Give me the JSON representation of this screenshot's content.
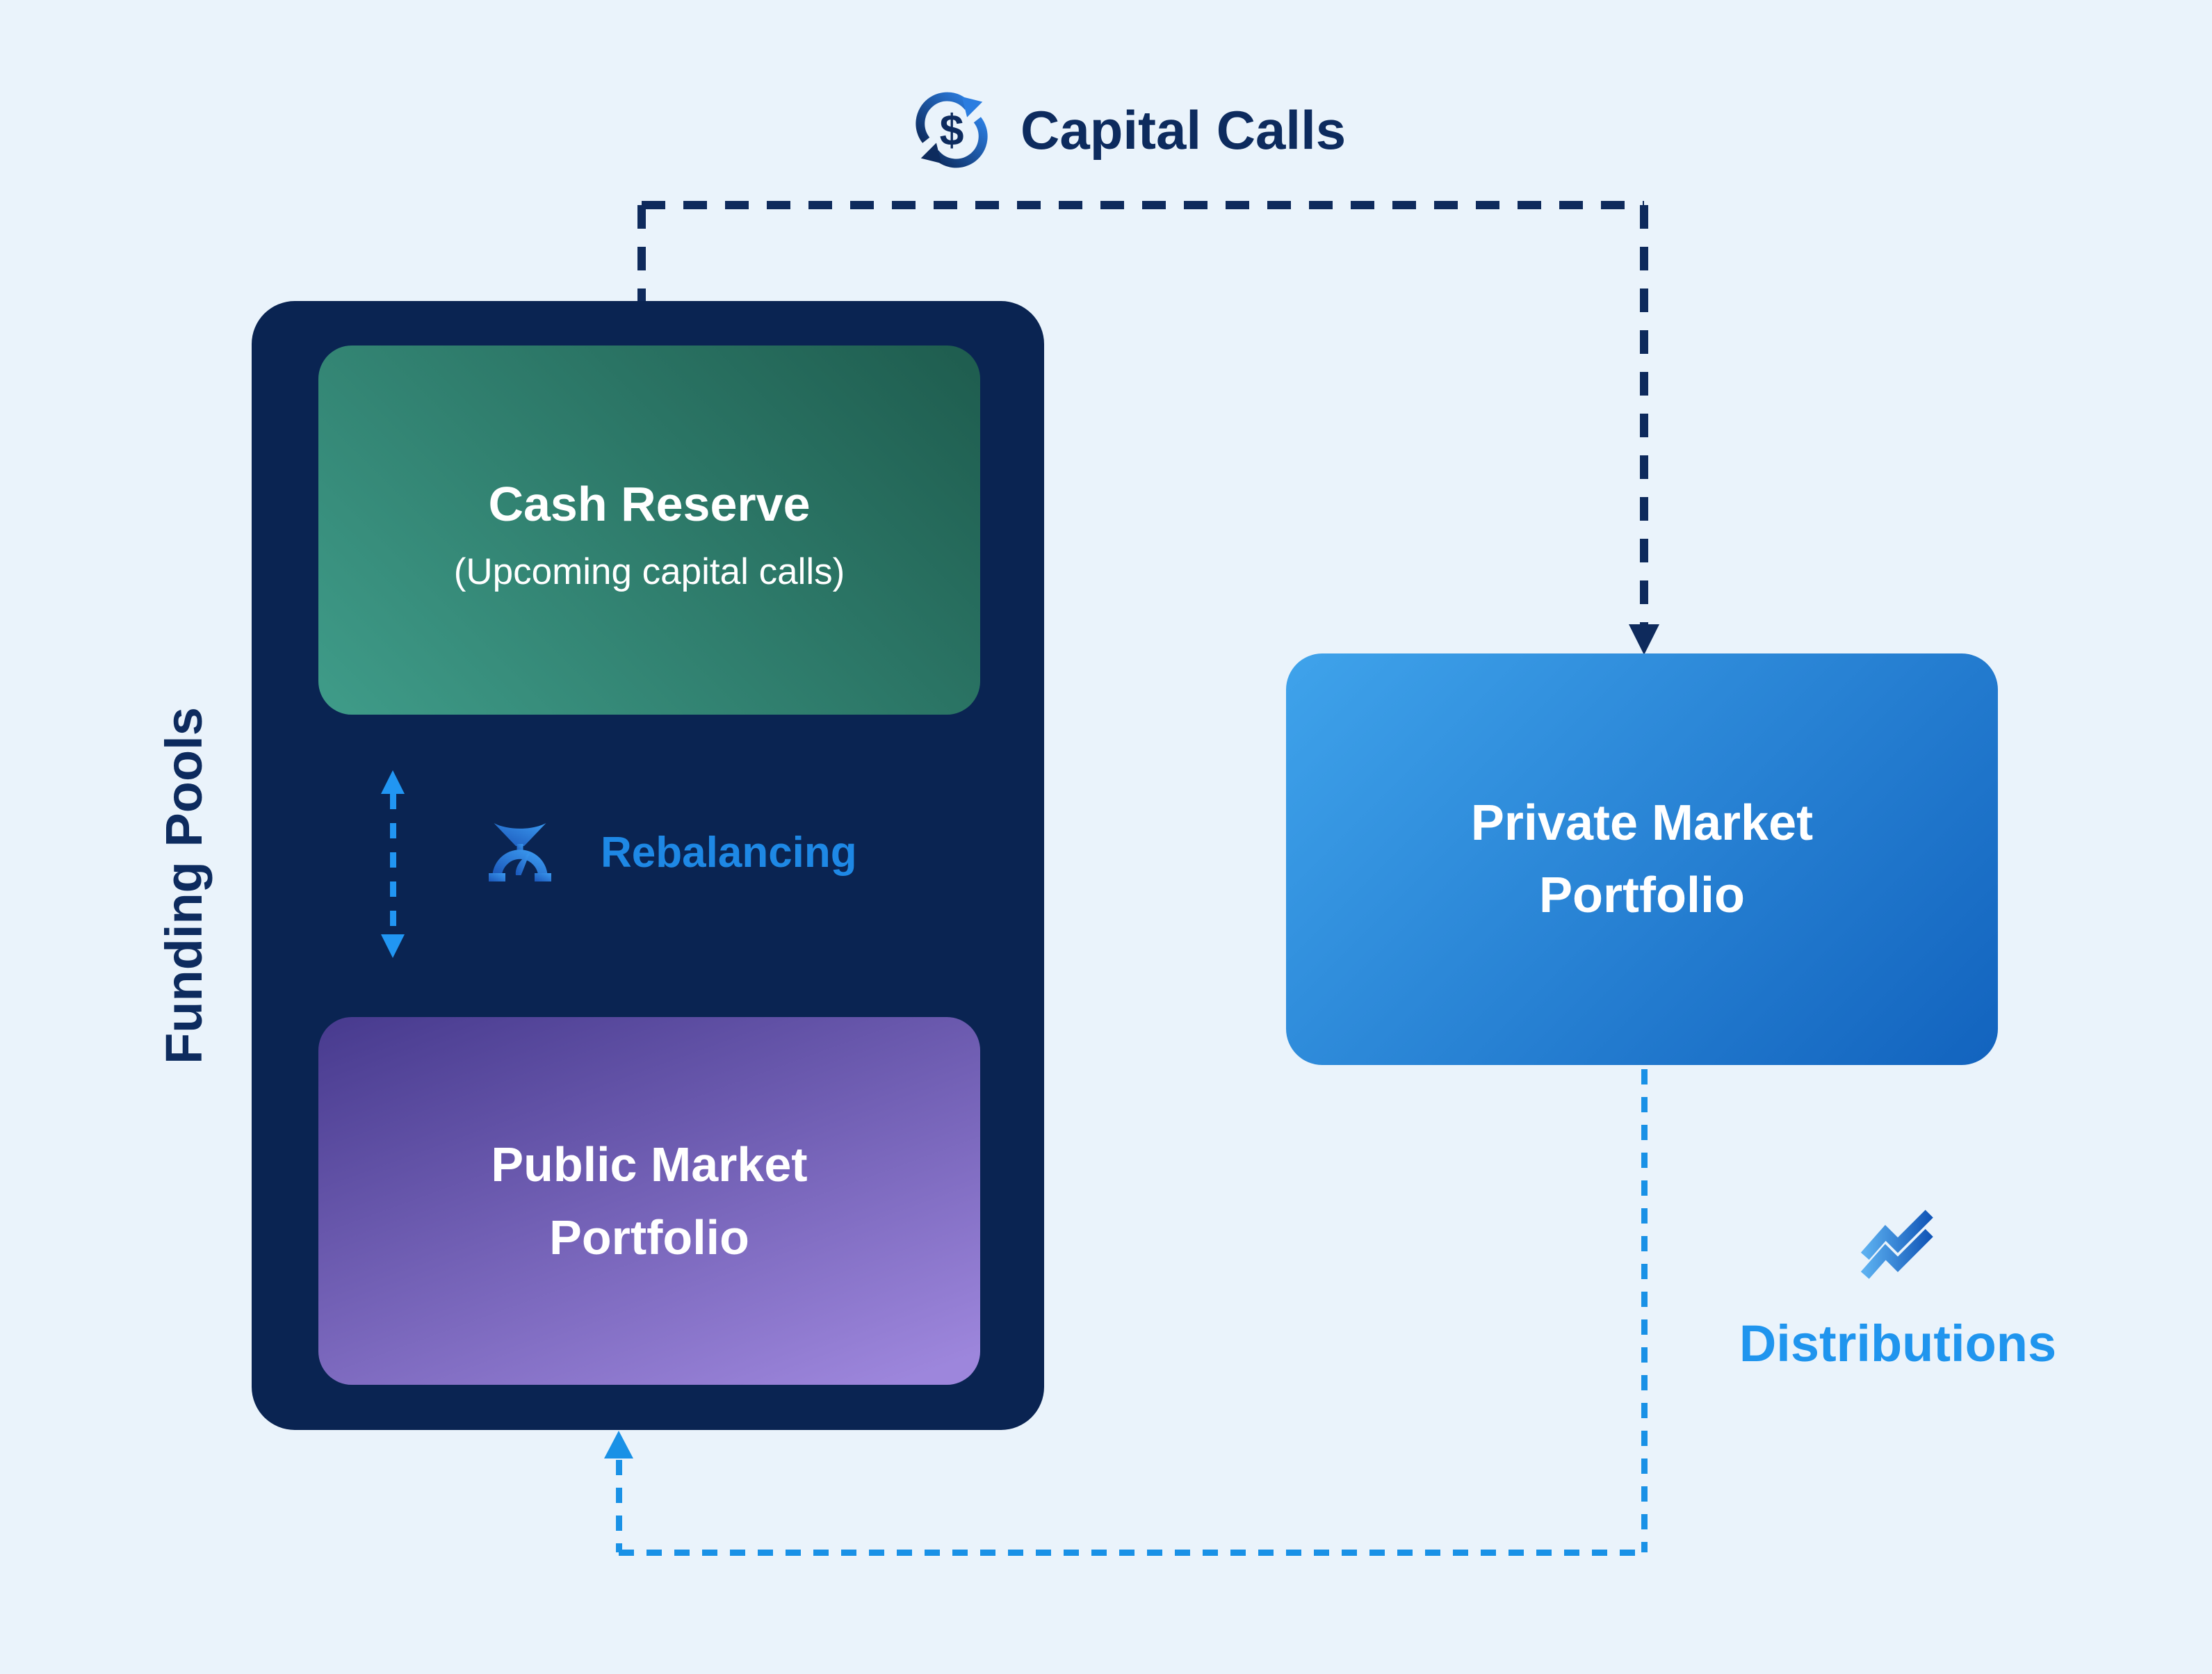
{
  "labels": {
    "capital_calls": "Capital Calls",
    "distributions": "Distributions",
    "rebalancing": "Rebalancing",
    "funding_pools": "Funding Pools"
  },
  "nodes": {
    "cash_reserve": {
      "title": "Cash Reserve",
      "subtitle": "(Upcoming capital calls)"
    },
    "public_market": {
      "line1": "Public Market",
      "line2": "Portfolio"
    },
    "private_market": {
      "line1": "Private Market",
      "line2": "Portfolio"
    }
  },
  "icons": {
    "capital_calls_icon": "dollar-cycle-icon",
    "rebalancing_icon": "balance-scale-icon",
    "distributions_icon": "trend-up-icon"
  },
  "colors": {
    "background": "#eaf3fb",
    "container_navy": "#0a2452",
    "navy_line": "#0e2a5c",
    "blue_line": "#1991e6",
    "rebalancing_blue": "#1e88e5",
    "distributions_blue": "#2095ee",
    "cash_gradient_start": "#1e5c4e",
    "cash_gradient_end": "#3f9c89",
    "public_gradient_start": "#473a8e",
    "public_gradient_end": "#9d86dc",
    "private_gradient_start": "#3fa3eb",
    "private_gradient_end": "#1263be"
  }
}
